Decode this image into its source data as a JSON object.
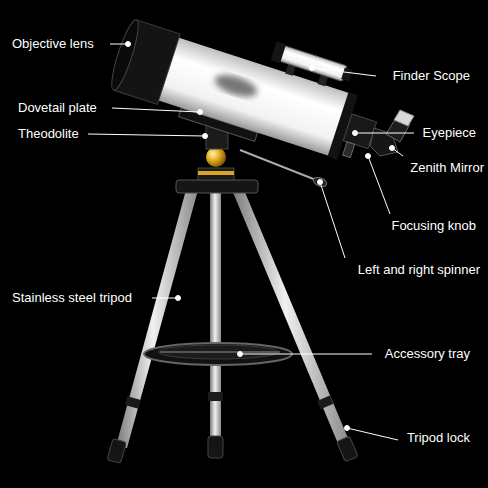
{
  "diagram": {
    "labels": [
      "Objective lens",
      "Finder Scope",
      "Dovetail plate",
      "Eyepiece",
      "Theodolite",
      "Zenith Mirror",
      "Focusing knob",
      "Left and right spinner",
      "Stainless steel tripod",
      "Accessory tray",
      "Tripod lock"
    ]
  }
}
